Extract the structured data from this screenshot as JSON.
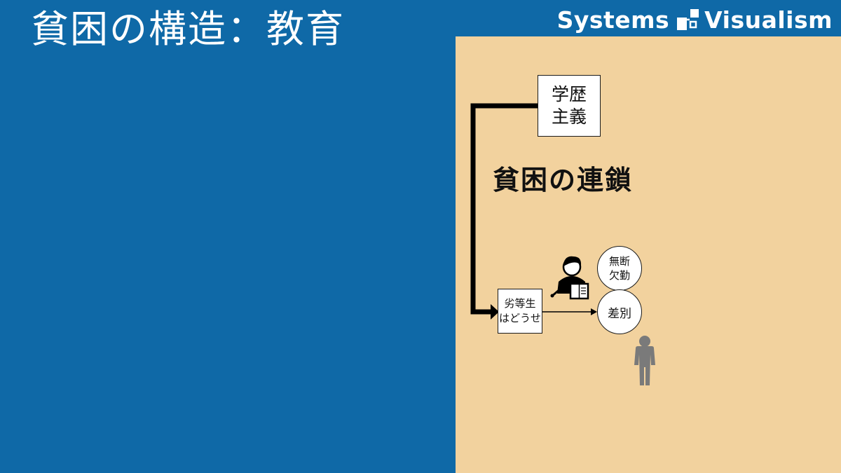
{
  "slide": {
    "title": "貧困の構造：教育",
    "brand": {
      "left": "Systems",
      "right": "Visualism",
      "icon": "systems-visualism-logo-icon"
    }
  },
  "colors": {
    "background": "#0f69a7",
    "panel": "#f2d29e",
    "line": "#000000",
    "person_icon": "#7a7a7a"
  },
  "diagram": {
    "heading": "貧困の連鎖",
    "nodes": {
      "gakureki": [
        "学歴",
        "主義"
      ],
      "rettousei": [
        "劣等生",
        "はどうせ"
      ],
      "mudan_kekkin": [
        "無断",
        "欠勤"
      ],
      "sabetsu": "差別"
    },
    "icons": [
      "teacher-with-book-icon",
      "person-icon"
    ]
  }
}
